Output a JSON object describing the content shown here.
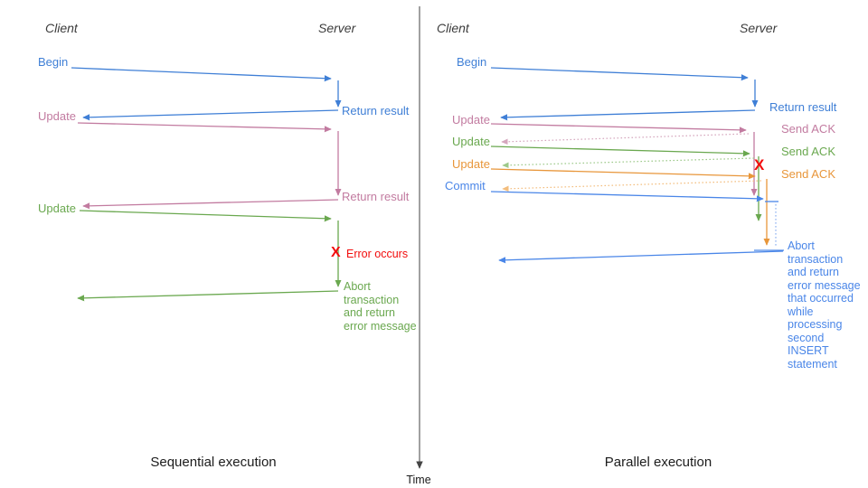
{
  "colors": {
    "blue": "#3f7fd6",
    "commit_blue": "#4a86e8",
    "light_blue": "#8db0f0",
    "pink": "#c27ba0",
    "pink_light": "#d5a6bd",
    "green": "#6aa84f",
    "green_light": "#9dc98a",
    "orange": "#e8963a",
    "orange_light": "#f3bd7d",
    "red": "#f20d0d",
    "axis": "#6e6e6e",
    "axis_head": "#444444",
    "text_dark": "#3c3c3c",
    "caption": "#1c1c1c"
  },
  "left": {
    "client": "Client",
    "server": "Server",
    "begin": "Begin",
    "return_result_1": "Return result",
    "update_1": "Update",
    "return_result_2": "Return result",
    "update_2": "Update",
    "error_mark": "X",
    "error": "Error occurs",
    "abort_lines": [
      "Abort",
      "transaction",
      "and return",
      "error message"
    ],
    "caption": "Sequential execution"
  },
  "right": {
    "client": "Client",
    "server": "Server",
    "begin": "Begin",
    "return_result": "Return result",
    "update_1": "Update",
    "send_ack_1": "Send ACK",
    "update_2": "Update",
    "send_ack_2": "Send ACK",
    "update_3": "Update",
    "send_ack_3": "Send ACK",
    "commit": "Commit",
    "error_mark": "X",
    "abort_lines": [
      "Abort",
      "transaction",
      "and return",
      "error message",
      "that occurred",
      "while",
      "processing",
      "second",
      "INSERT",
      "statement"
    ],
    "caption": "Parallel execution"
  },
  "time_axis": {
    "label": "Time"
  }
}
